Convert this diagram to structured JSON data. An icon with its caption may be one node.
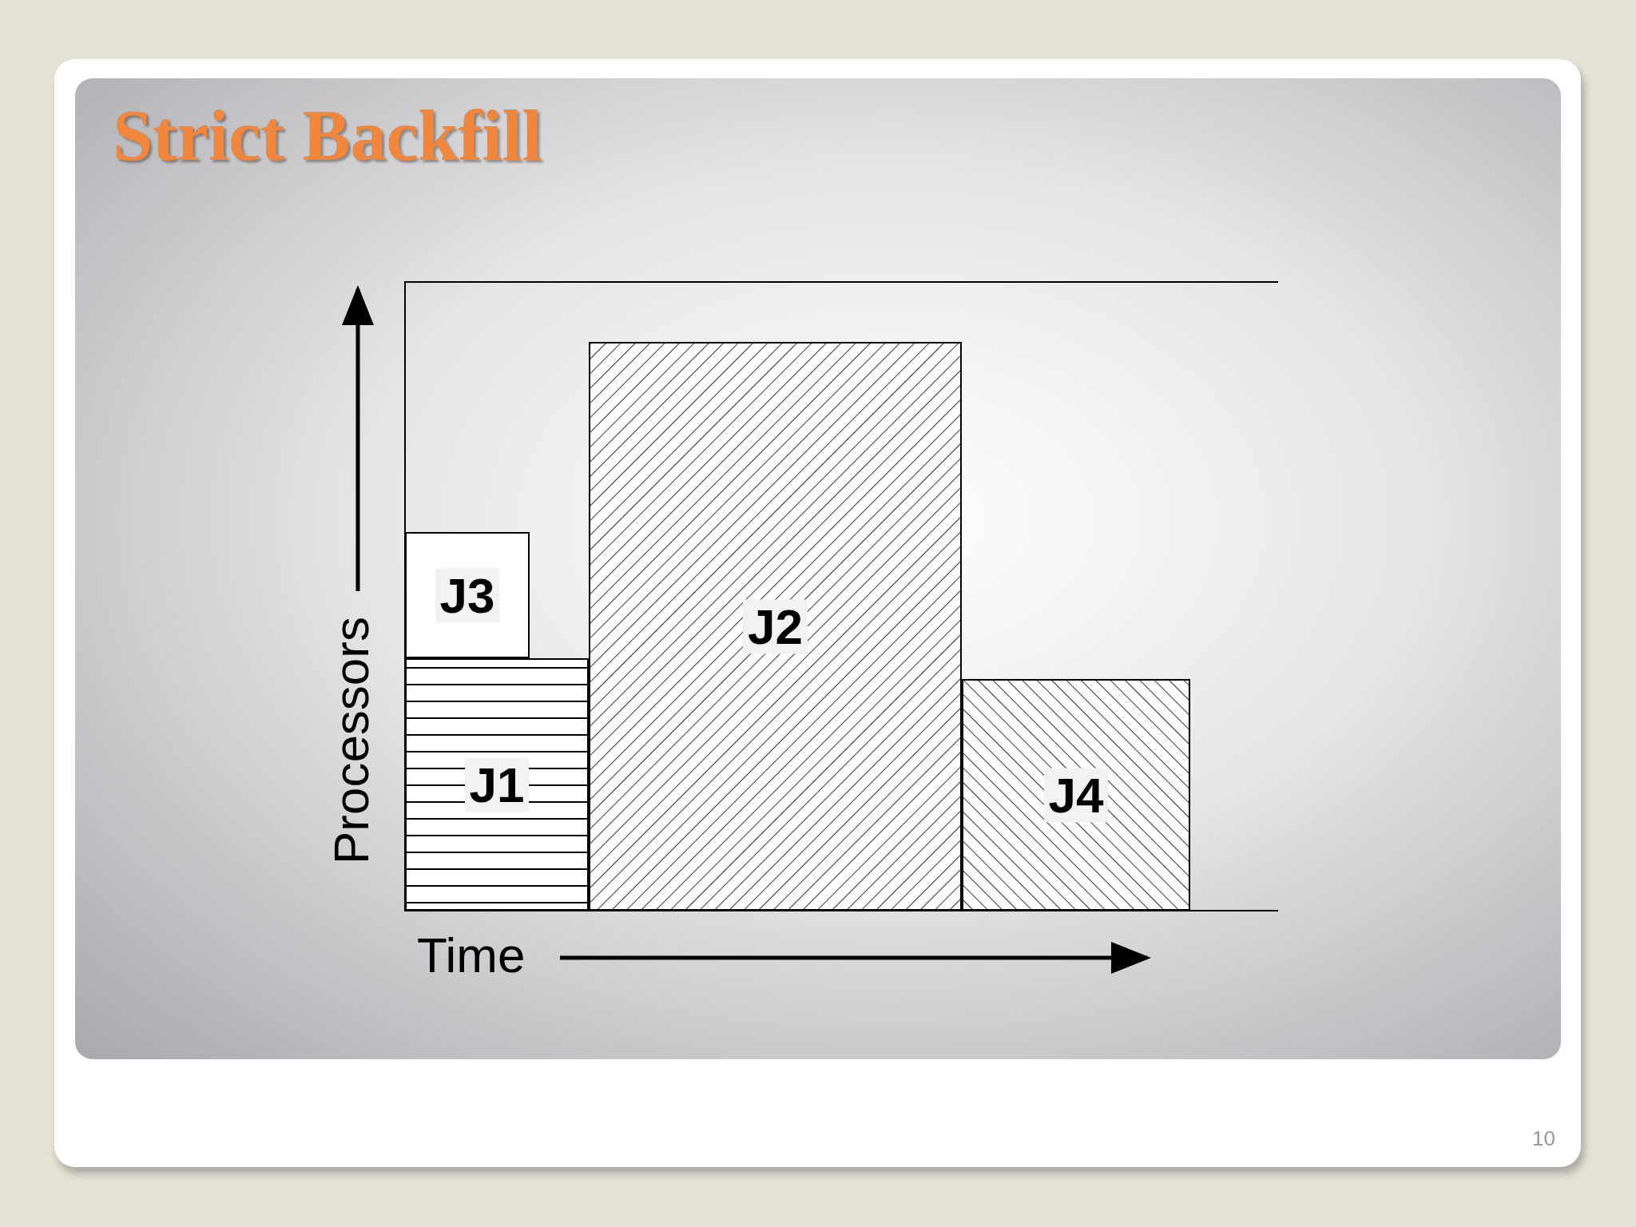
{
  "diagram": {
    "title": "Strict Backfill",
    "nodes": [
      {
        "text": [
          "J1"
        ]
      },
      {
        "text": [
          "J2"
        ]
      },
      {
        "text": [
          "J3"
        ]
      },
      {
        "text": [
          "J4"
        ]
      }
    ],
    "labels": [
      "Processors",
      "Time",
      "10"
    ]
  }
}
